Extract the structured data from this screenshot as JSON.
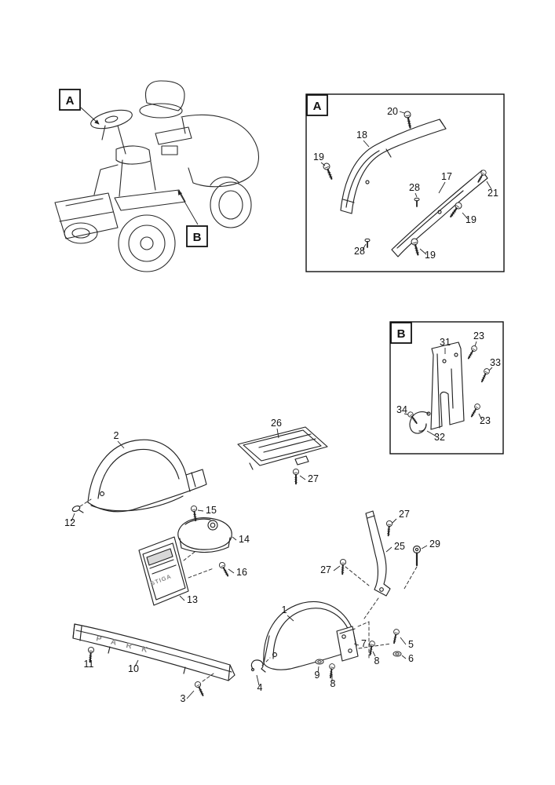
{
  "page": {
    "bg": "#ffffff",
    "ink": "#222222"
  },
  "overview": {
    "marker_a": "A",
    "marker_b": "B"
  },
  "detail_a": {
    "title": "A",
    "callouts": {
      "c20": "20",
      "c18": "18",
      "c19_left": "19",
      "c28_top": "28",
      "c17": "17",
      "c21": "21",
      "c19_mid": "19",
      "c28_bottom": "28",
      "c19_bottom": "19"
    }
  },
  "detail_b": {
    "title": "B",
    "callouts": {
      "c31": "31",
      "c23_top": "23",
      "c33": "33",
      "c34": "34",
      "c32": "32",
      "c23_bottom": "23"
    }
  },
  "exploded": {
    "callouts": {
      "c2": "2",
      "c12": "12",
      "c26": "26",
      "c27_mid": "27",
      "c15": "15",
      "c14": "14",
      "c16": "16",
      "c13": "13",
      "c10": "10",
      "c11": "11",
      "c3": "3",
      "c4": "4",
      "c1": "1",
      "c7": "7",
      "c9": "9",
      "c8_left": "8",
      "c8_right": "8",
      "c5": "5",
      "c6": "6",
      "c25": "25",
      "c27_top": "27",
      "c29": "29",
      "c27_left": "27"
    },
    "artwork": {
      "bumper_text": "PARK",
      "panel_text": "STIGA"
    }
  }
}
